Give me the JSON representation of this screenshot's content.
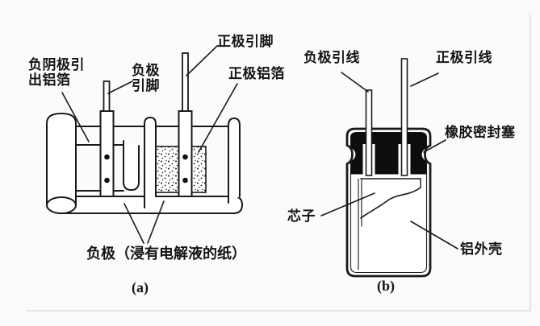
{
  "page": {
    "background": "#fbfbfa",
    "border_color": "#e3e3e3"
  },
  "colors": {
    "ink": "#1a1a1a",
    "seal_black": "#0d0d0d",
    "paper_white": "#ffffff"
  },
  "figure_a": {
    "caption": "(a)",
    "labels": {
      "neg_cathode_foil": "负阴极引出铝箔",
      "neg_pin": "负极引脚",
      "pos_pin": "正极引脚",
      "pos_foil": "正极铝箔",
      "neg_paper": "负极（浸有电解液的纸）"
    }
  },
  "figure_b": {
    "caption": "(b)",
    "labels": {
      "neg_lead": "负极引线",
      "pos_lead": "正极引线",
      "rubber_seal": "橡胶密封塞",
      "core": "芯子",
      "case": "铝外壳"
    }
  }
}
